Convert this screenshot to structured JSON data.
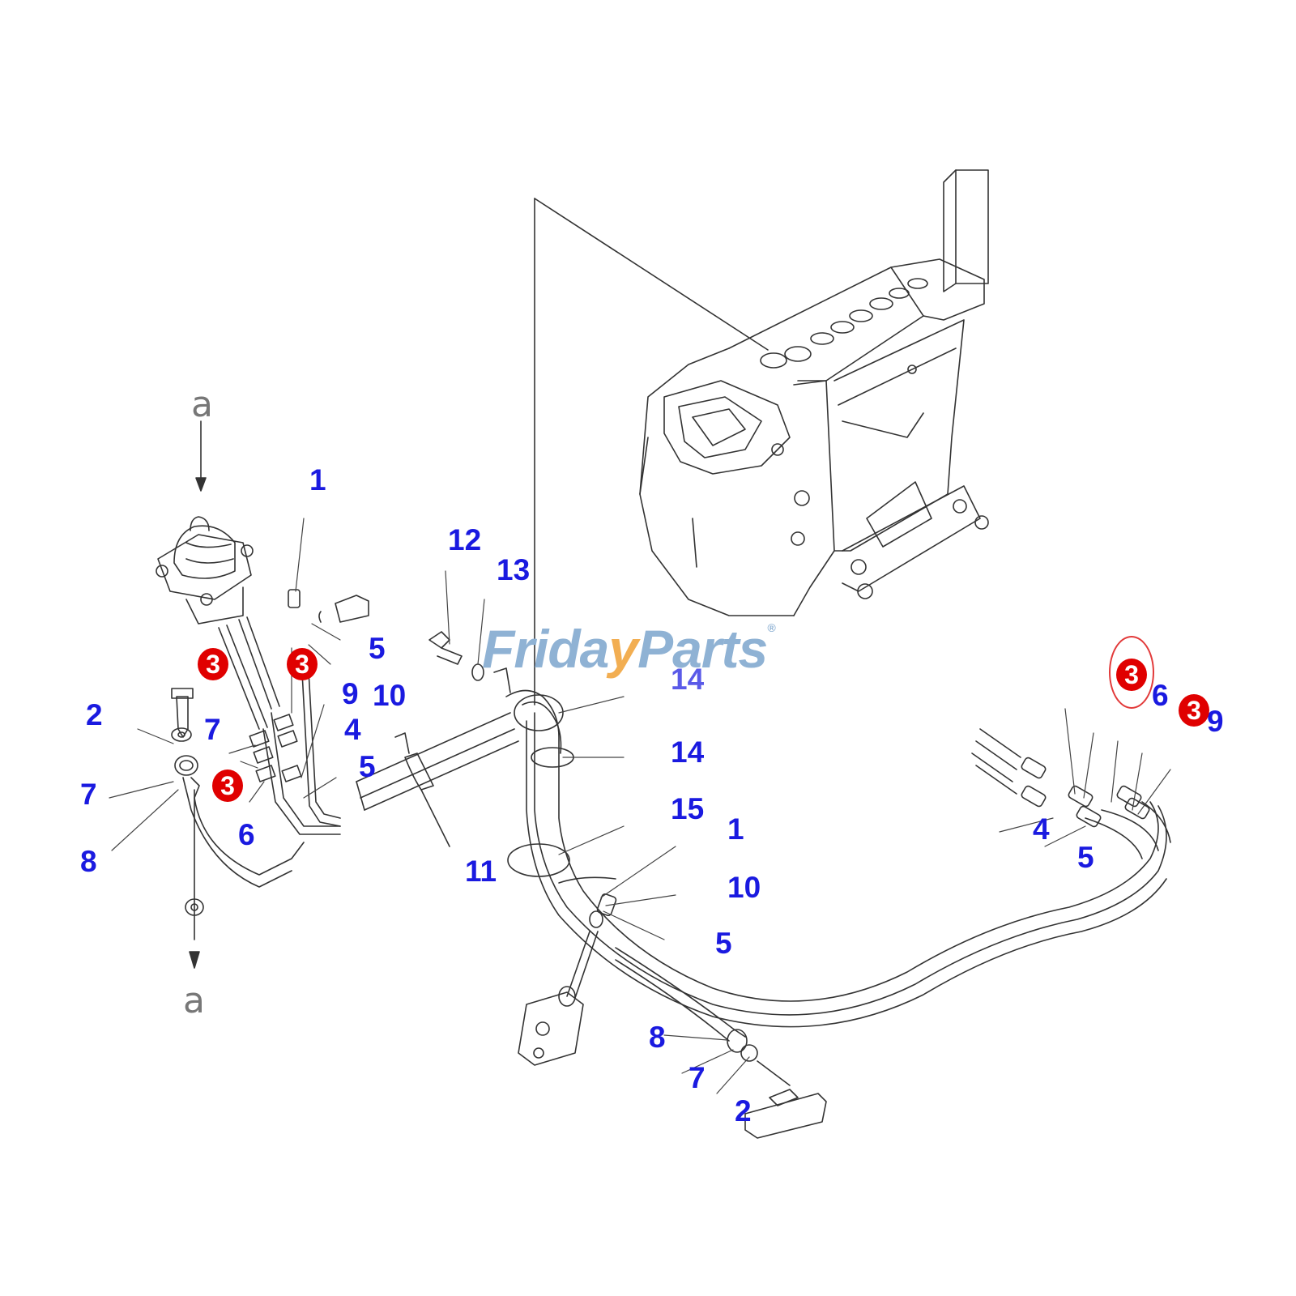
{
  "watermark": {
    "part1": "Frida",
    "part2": "y",
    "part3": "Parts",
    "registered": "®"
  },
  "ref_mark": "a",
  "callouts": {
    "c1": "1",
    "c2": "2",
    "c3": "3",
    "c4": "4",
    "c5": "5",
    "c6": "6",
    "c7": "7",
    "c8": "8",
    "c9": "9",
    "c10": "10",
    "c11": "11",
    "c12": "12",
    "c13": "13",
    "c14": "14",
    "c15": "15"
  },
  "colors": {
    "callout": "#1a1ae0",
    "badge": "#e00000",
    "highlight_ring": "#e23a3a",
    "line": "#333333"
  },
  "highlighted_part": "3"
}
